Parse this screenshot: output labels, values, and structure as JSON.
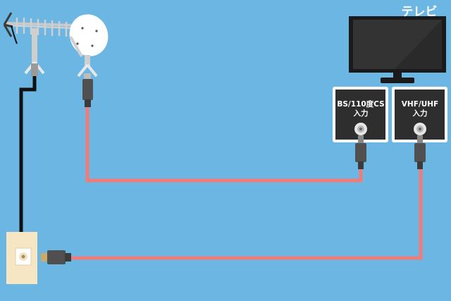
{
  "tv": {
    "title": "テレビ"
  },
  "ports": {
    "bs_cs": {
      "label": "BS/110度CS\n入力"
    },
    "vhf_uhf": {
      "label": "VHF/UHF\n入力"
    }
  },
  "colors": {
    "background": "#6bb6e2",
    "coax_cable": "#f07c7a",
    "antenna_cable": "#111111",
    "port_panel": "#2e2e2e",
    "wall_outlet": "#f6e6c3"
  }
}
